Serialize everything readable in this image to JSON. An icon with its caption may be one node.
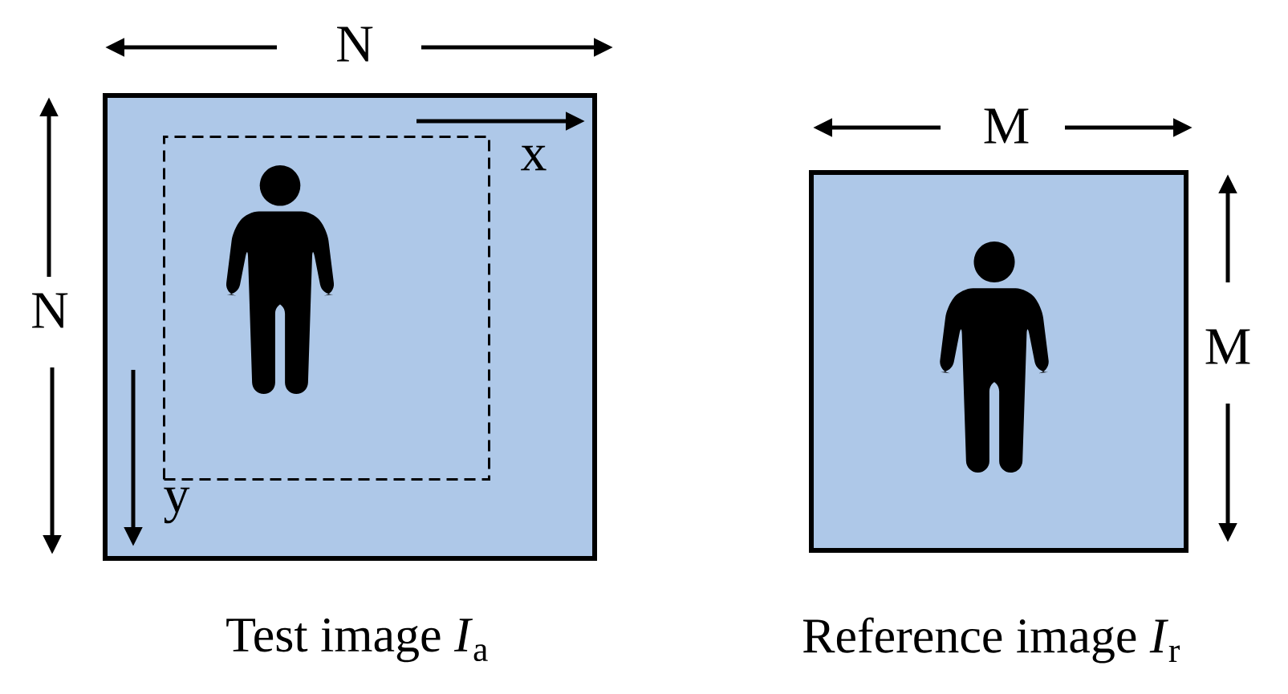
{
  "diagram": {
    "nodes": [
      {
        "text": [],
        "shape": "box",
        "beside": [
          "Test image *I*$_{a}$"
        ]
      },
      {
        "text": [],
        "shape": "box",
        "in": 0
      },
      {
        "text": [],
        "shape": "person",
        "in": 1
      },
      {
        "text": [],
        "shape": "box",
        "beside": [
          "Reference image *I*$_{r}$"
        ]
      },
      {
        "text": [],
        "shape": "person",
        "in": 3
      }
    ],
    "labels": [
      "N",
      "M",
      "N",
      "x",
      "M",
      "y"
    ]
  }
}
